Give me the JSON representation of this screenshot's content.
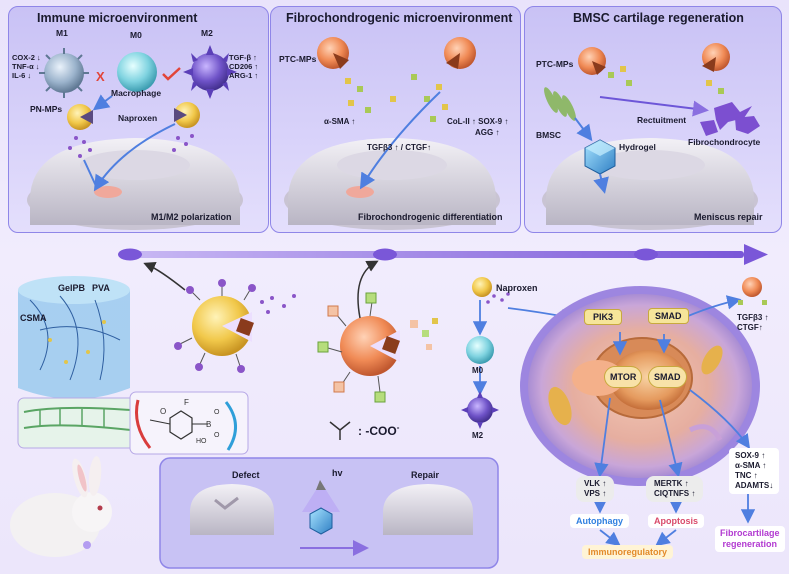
{
  "panels": {
    "immune": {
      "title": "Immune microenvironment",
      "m1": "M1",
      "m0": "M0",
      "m2": "M2",
      "m1_markers": [
        "COX-2 ↓",
        "TNF-α ↓",
        "IL-6 ↓"
      ],
      "m2_markers": [
        "TGF-β ↑",
        "CD206 ↑",
        "ARG-1 ↑"
      ],
      "macrophage": "Macrophage",
      "pn_mps": "PN-MPs",
      "naproxen": "Naproxen",
      "caption": "M1/M2 polarization"
    },
    "fibro": {
      "title": "Fibrochondrogenic microenvironment",
      "ptc_mps": "PTC-MPs",
      "asma": "α-SMA ↑",
      "col": "CoL-II ↑ SOX-9 ↑",
      "agg": "AGG ↑",
      "tgf": "TGFβ3 ↑ / CTGF↑",
      "caption": "Fibrochondrogenic differentiation"
    },
    "bmsc": {
      "title": "BMSC cartilage regeneration",
      "ptc_mps": "PTC-MPs",
      "recruit": "Rectuitment",
      "bmsc": "BMSC",
      "hydrogel": "Hydrogel",
      "fibrochondrocyte": "Fibrochondrocyte",
      "caption": "Meniscus repair"
    }
  },
  "middle": {
    "hydrogel": {
      "gelpb": "GelPB",
      "pva": "PVA",
      "csma": "CSMA"
    },
    "coo": "-COO",
    "coo_sup": "-",
    "coo_colon": ":",
    "naproxen": "Naproxen",
    "m0": "M0",
    "m2": "M2"
  },
  "cell": {
    "pik": "PIK3",
    "mtor": "MTOR",
    "smad_top": "SMAD",
    "smad_mid": "SMAD",
    "tgf_ctgf": [
      "TGFβ3 ↑",
      "CTGF↑"
    ],
    "vlk": [
      "VLK ↑",
      "VPS ↑"
    ],
    "mertk": [
      "MERTK ↑",
      "CIQTNFS ↑"
    ],
    "sox": [
      "SOX-9 ↑",
      "α-SMA ↑",
      "TNC ↑",
      "ADAMTS↓"
    ],
    "autophagy": "Autophagy",
    "apoptosis": "Apoptosis",
    "immunoregulatory": "Immunoregulatory",
    "fibrocartilage": [
      "Fibrocartilage",
      "regeneration"
    ]
  },
  "repair": {
    "defect": "Defect",
    "hv": "hv",
    "repair": "Repair"
  },
  "colors": {
    "panel": "#d3ccf8",
    "purple": "#7a5bd6",
    "orange": "#f08a4b",
    "yellow": "#f3cc52",
    "blue_label": "#2f7fe0",
    "red_label": "#d94a6a",
    "magenta": "#b23ad1"
  }
}
